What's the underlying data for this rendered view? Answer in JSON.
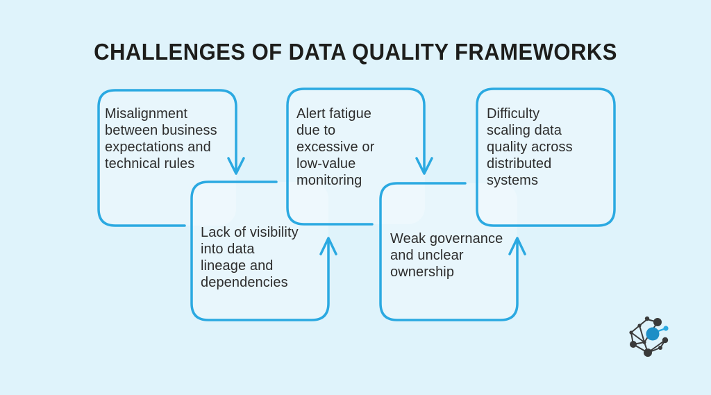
{
  "title": "CHALLENGES OF DATA QUALITY FRAMEWORKS",
  "boxes": [
    {
      "name": "misalignment",
      "text": "Misalignment\nbetween business\nexpectations and\ntechnical rules"
    },
    {
      "name": "lack-of-visibility",
      "text": "Lack of visibility\ninto data\nlineage and\ndependencies"
    },
    {
      "name": "alert-fatigue",
      "text": "Alert fatigue\ndue to\nexcessive or\nlow-value\nmonitoring"
    },
    {
      "name": "weak-governance",
      "text": "Weak governance\nand unclear\nownership"
    },
    {
      "name": "difficulty-scaling",
      "text": "Difficulty\nscaling data\nquality across\ndistributed\nsystems"
    }
  ],
  "icons": {
    "logo": "network-graph-logo"
  },
  "colors": {
    "background": "#dff3fb",
    "accent_stroke": "#2ba9e1",
    "body_text": "#2d2d2d",
    "title_text": "#1d1d1b",
    "logo_dark": "#3a3a3a",
    "logo_blue": "#1d8ec6",
    "logo_blue_light": "#2ba9e1"
  }
}
